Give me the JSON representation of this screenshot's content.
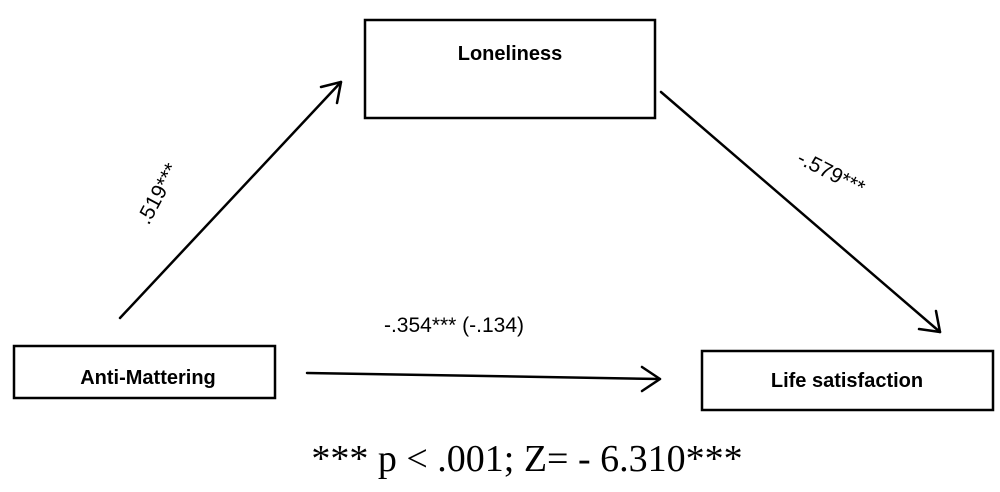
{
  "nodes": {
    "loneliness": "Loneliness",
    "anti_mattering": "Anti-Mattering",
    "life_satisfaction": "Life satisfaction"
  },
  "paths": {
    "a": ".519***",
    "b": "-.579***",
    "c": "-.354*** (-.134)"
  },
  "footnote": "*** p < .001; Z= - 6.310***"
}
